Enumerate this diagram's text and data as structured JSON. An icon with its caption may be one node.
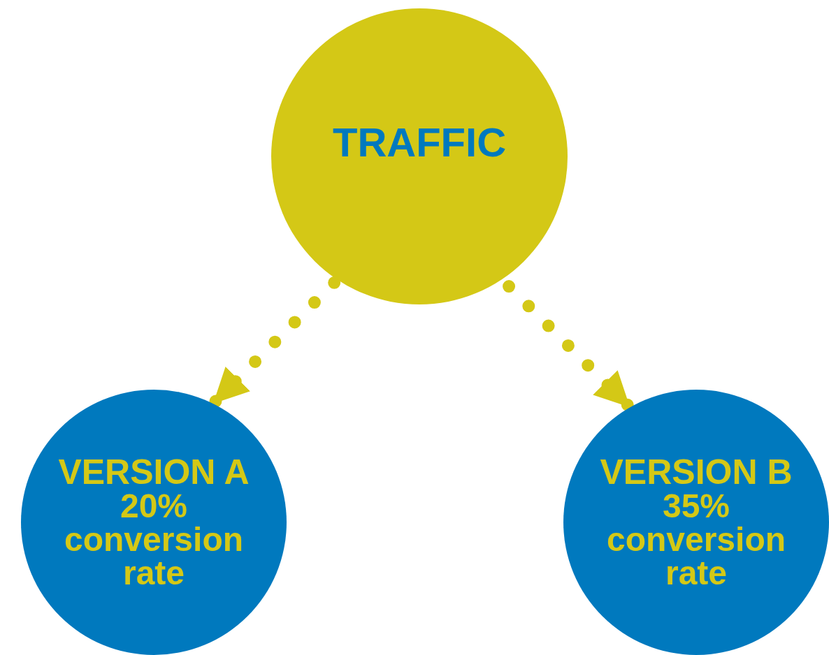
{
  "diagram": {
    "nodes": [
      {
        "text": [
          "TRAFFIC"
        ]
      },
      {
        "text": [
          "VERSION A",
          "20% conversion rate"
        ]
      },
      {
        "text": [
          "VERSION B",
          "35% conversion rate"
        ]
      }
    ],
    "edges": [
      {
        "from": 0,
        "to": 1,
        "arrow": "to",
        "style": "dashed"
      },
      {
        "from": 0,
        "to": 2,
        "arrow": "to",
        "style": "dashed"
      }
    ]
  }
}
